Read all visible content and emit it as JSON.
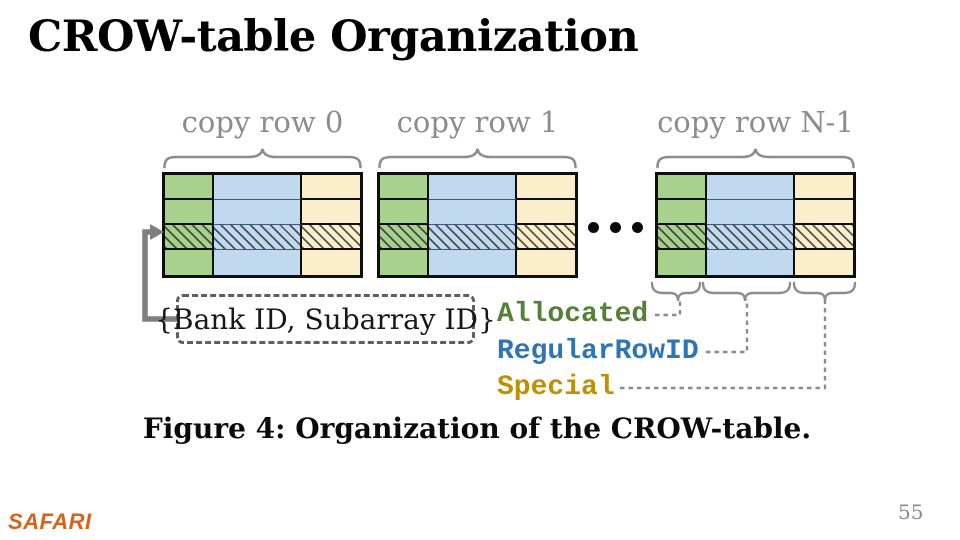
{
  "slide": {
    "title": "CROW-table Organization",
    "logo_text": "SAFARI",
    "logo_color": "#d96217",
    "page_number": "55"
  },
  "figure": {
    "copy_row_labels": [
      "copy row 0",
      "copy row 1",
      "copy row N-1"
    ],
    "ellipsis_icon": "three-horizontal-dots",
    "pointer_box_text": "{Bank ID, Subarray ID}",
    "legend": [
      {
        "label": "Allocated",
        "color": "#538135"
      },
      {
        "label": "RegularRowID",
        "color": "#2e75b6"
      },
      {
        "label": "Special",
        "color": "#bf9000"
      }
    ],
    "caption": "Figure 4: Organization of the CROW-table.",
    "table": {
      "num_tables": 3,
      "rows": 4,
      "hatched_row_index": 2,
      "columns": [
        "allocated",
        "regular-row-id",
        "special"
      ],
      "cell_colors": {
        "allocated": "#a9d18e",
        "regular_row_id": "#c0d9ee",
        "special": "#fbeecb"
      },
      "label_gray": "#8c8c8c"
    }
  }
}
